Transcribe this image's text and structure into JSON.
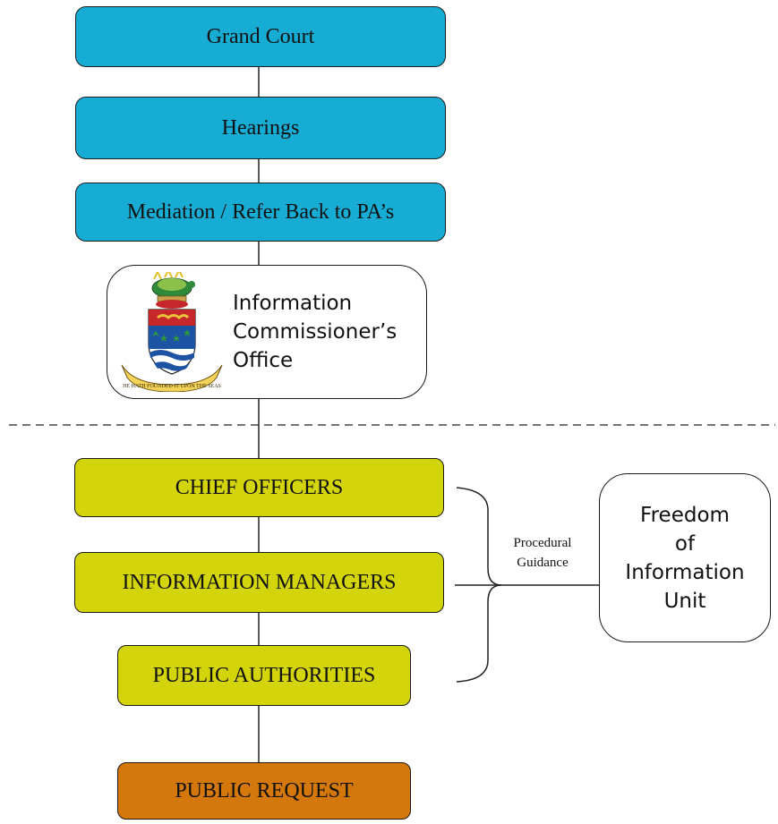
{
  "nodes": {
    "grand_court": "Grand Court",
    "hearings": "Hearings",
    "mediation": "Mediation / Refer Back to PA’s",
    "ico_line1": "Information",
    "ico_line2": "Commissioner’s",
    "ico_line3": "Office",
    "chief_officers": "CHIEF OFFICERS",
    "info_managers": "INFORMATION MANAGERS",
    "public_authorities": "PUBLIC AUTHORITIES",
    "public_request": "PUBLIC REQUEST",
    "foi_line1": "Freedom",
    "foi_line2": "of",
    "foi_line3": "Information",
    "foi_line4": "Unit"
  },
  "guidance": {
    "line1": "Procedural",
    "line2": "Guidance"
  },
  "coat_of_arms_motto": "HE HATH FOUNDED IT UPON THE SEAS",
  "colors": {
    "blue": "#16acd4",
    "yellow": "#d4d40a",
    "orange": "#d4780c"
  }
}
